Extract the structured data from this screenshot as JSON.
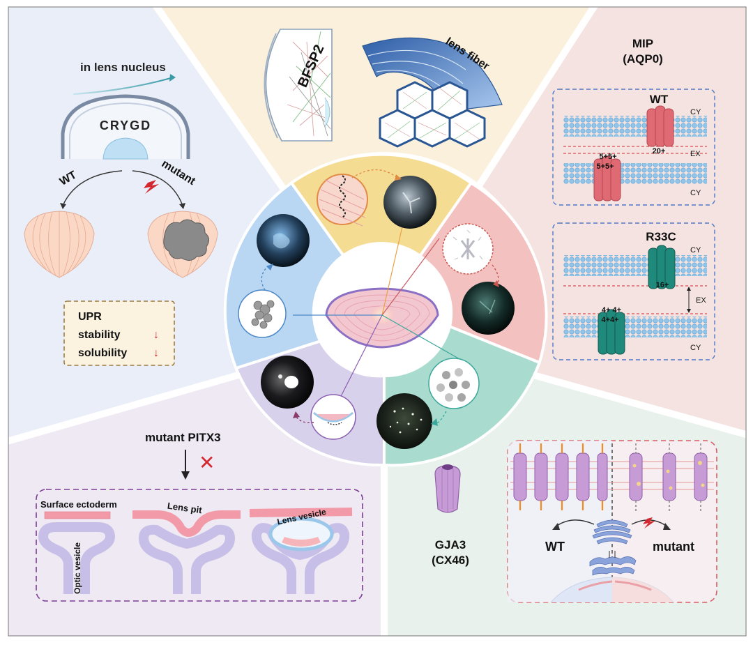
{
  "colors": {
    "crygd_bg": "#e9eef8",
    "bfsp2_bg": "#fbf0dc",
    "mip_bg": "#f4e3e1",
    "pitx3_bg": "#efe9f3",
    "gja3_bg": "#e8f1ec",
    "ring_yellow": "#f5dc93",
    "ring_red": "#f3c1c0",
    "ring_blue": "#b9d7f2",
    "ring_purple": "#d8d1eb",
    "ring_teal": "#a9dccf",
    "membrane": "#8fc6ea",
    "aqp_wt": "#e06a73",
    "aqp_r33c": "#1f8a7b",
    "connexin": "#c79bd6",
    "fiber": "#5a86c7"
  },
  "crygd": {
    "gradient_label": "in lens nucleus",
    "protein": "CRYGD",
    "wt": "WT",
    "mutant": "mutant",
    "effects": [
      {
        "label": "UPR",
        "arrow": ""
      },
      {
        "label": "stability",
        "arrow": "↓"
      },
      {
        "label": "solubility",
        "arrow": "↓"
      }
    ]
  },
  "bfsp2": {
    "protein": "BFSP2",
    "fiber_label": "lens fiber"
  },
  "mip": {
    "title_line1": "MIP",
    "title_line2": "(AQP0)",
    "wt_panel": {
      "title": "WT",
      "upper_charge": "20+",
      "lower_charge_a": "5+5+",
      "lower_charge_b": "5+5+",
      "cy_top": "CY",
      "ex": "EX",
      "cy_bottom": "CY"
    },
    "r33c_panel": {
      "title": "R33C",
      "upper_charge": "16+",
      "lower_charge_a": "4+ 4+",
      "lower_charge_b": "4+4+",
      "cy_top": "CY",
      "ex": "EX",
      "cy_bottom": "CY"
    }
  },
  "pitx3": {
    "title": "mutant PITX3",
    "cross": "✕",
    "surface_ectoderm": "Surface ectoderm",
    "optic_vesicle": "Optic vesicle",
    "lens_pit": "Lens pit",
    "lens_vesicle": "Lens vesicle"
  },
  "gja3": {
    "title_line1": "GJA3",
    "title_line2": "(CX46)",
    "wt": "WT",
    "mutant": "mutant"
  }
}
